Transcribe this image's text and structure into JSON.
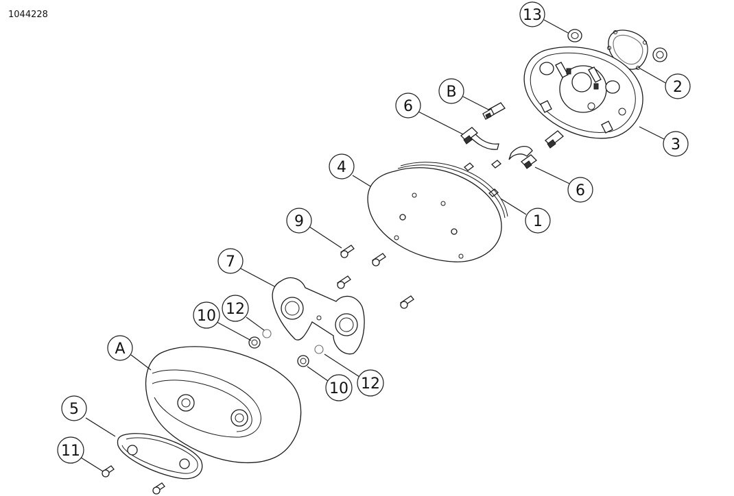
{
  "diagram_id": "1044228",
  "callouts": [
    {
      "label": "13"
    },
    {
      "label": "2"
    },
    {
      "label": "3"
    },
    {
      "label": "B"
    },
    {
      "label": "6"
    },
    {
      "label": "6"
    },
    {
      "label": "4"
    },
    {
      "label": "1"
    },
    {
      "label": "9"
    },
    {
      "label": "7"
    },
    {
      "label": "10"
    },
    {
      "label": "12"
    },
    {
      "label": "12"
    },
    {
      "label": "10"
    },
    {
      "label": "A"
    },
    {
      "label": "5"
    },
    {
      "label": "11"
    }
  ]
}
